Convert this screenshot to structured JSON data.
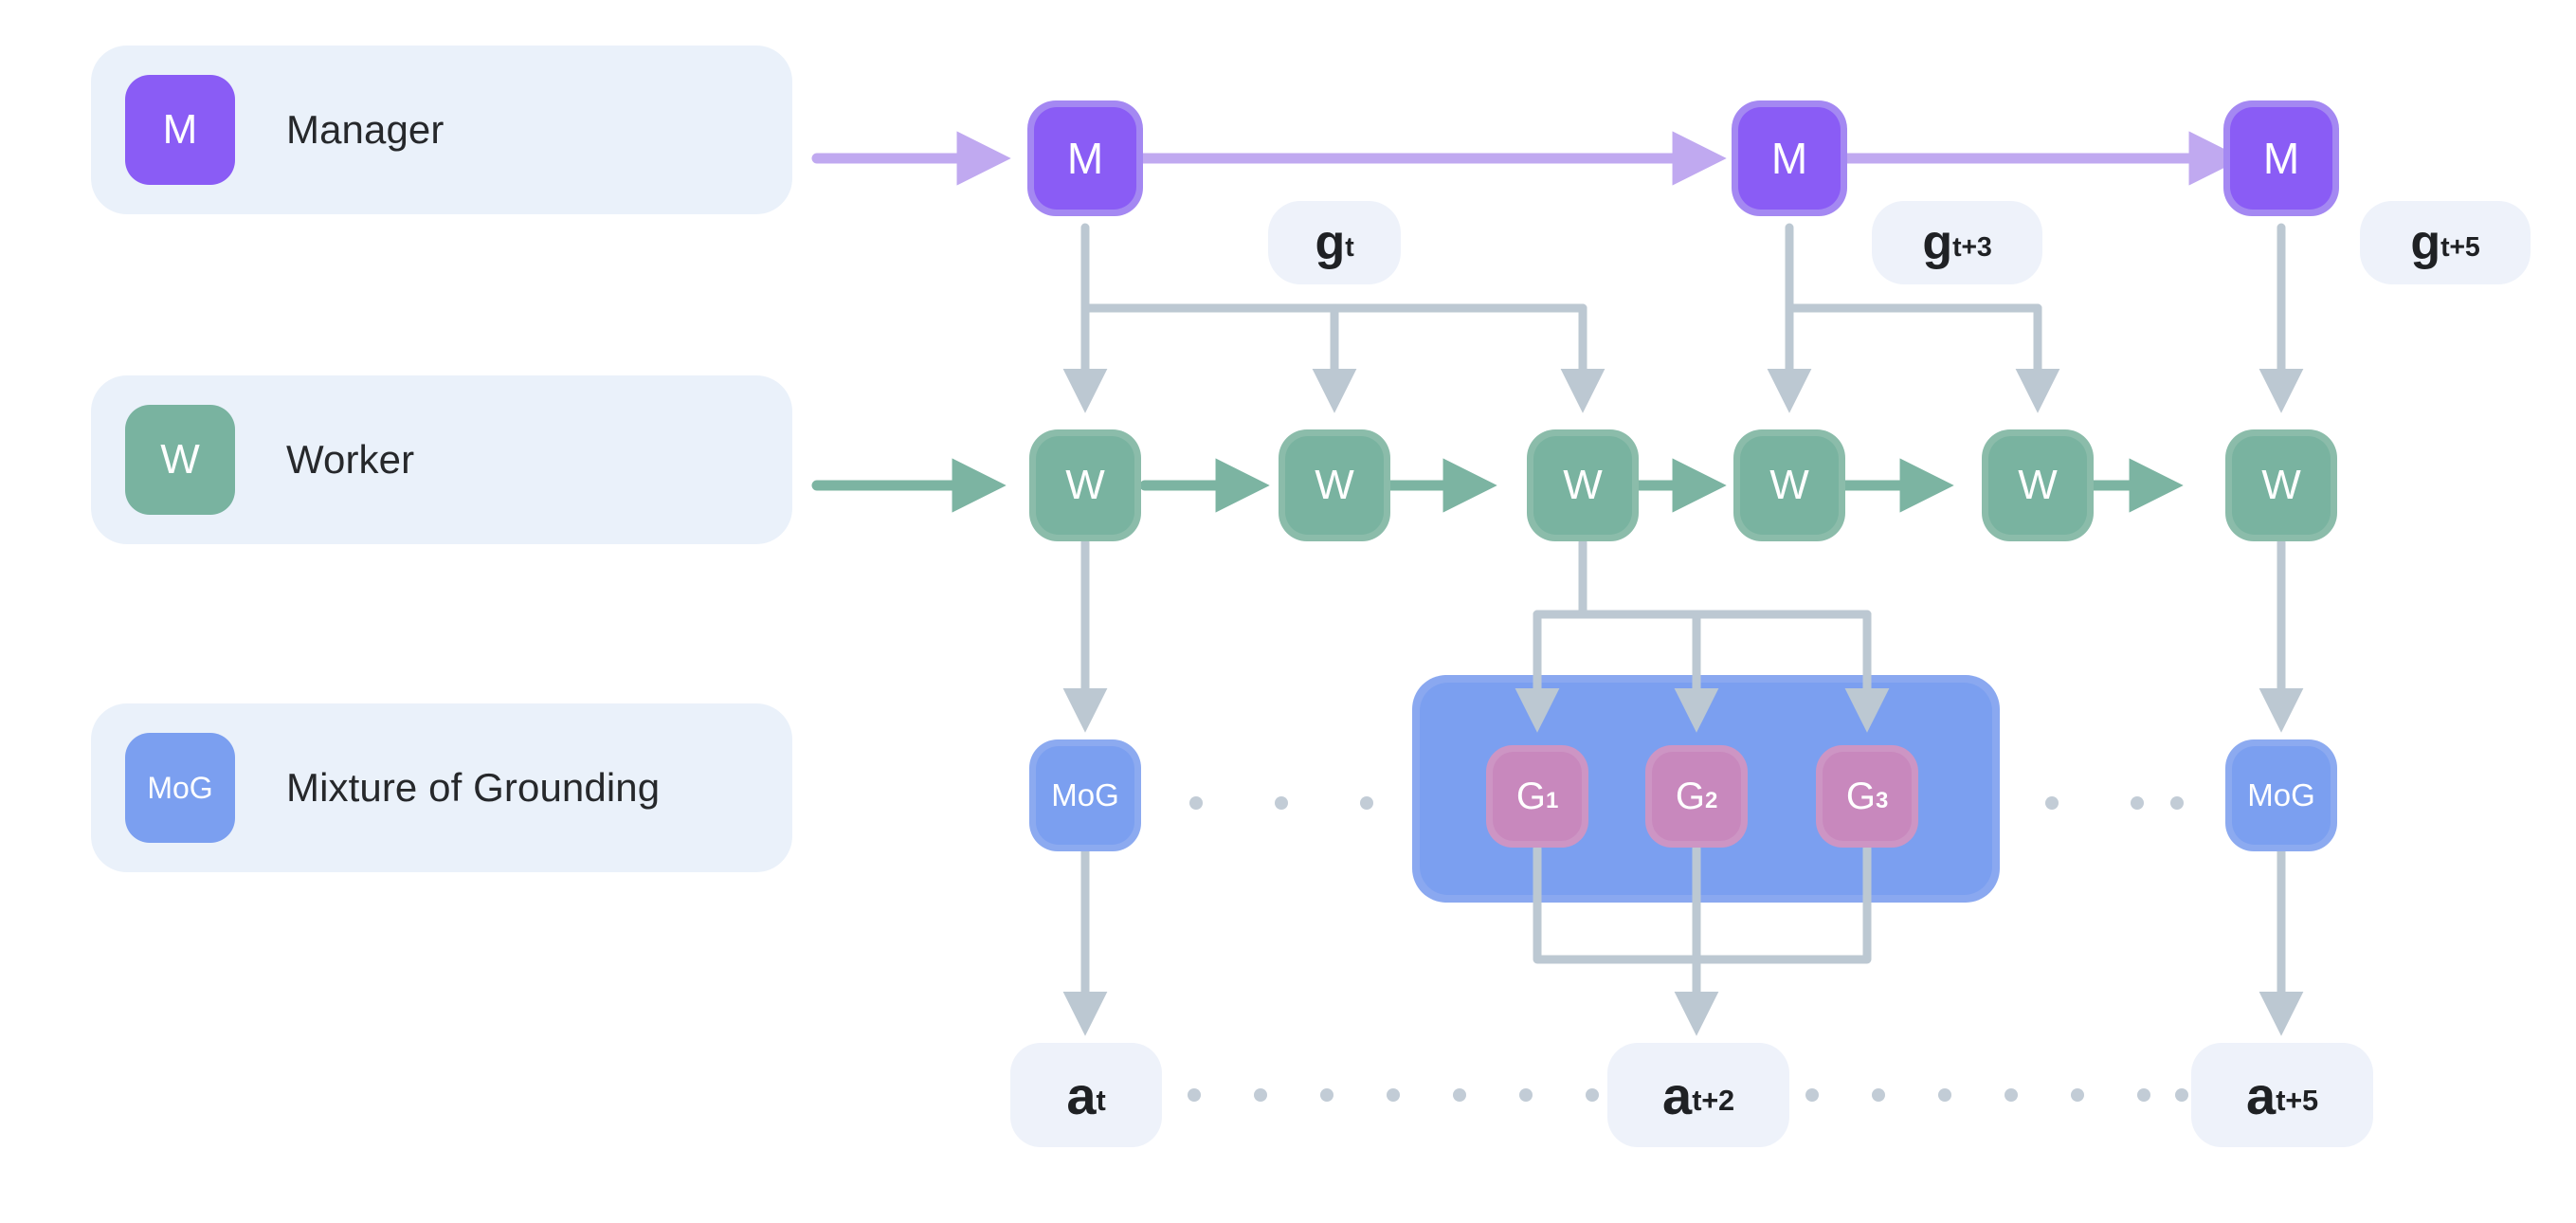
{
  "legend": {
    "items": [
      {
        "key": "manager",
        "abbr": "M",
        "label": "Manager",
        "color": "#8a5cf5"
      },
      {
        "key": "worker",
        "abbr": "W",
        "label": "Worker",
        "color": "#79b3a0"
      },
      {
        "key": "mog",
        "abbr": "MoG",
        "label": "Mixture of Grounding",
        "color": "#7b9ff0"
      }
    ]
  },
  "nodes": {
    "manager": [
      {
        "id": "m1",
        "label": "M"
      },
      {
        "id": "m2",
        "label": "M"
      },
      {
        "id": "m3",
        "label": "M"
      }
    ],
    "worker": [
      {
        "id": "w1",
        "label": "W"
      },
      {
        "id": "w2",
        "label": "W"
      },
      {
        "id": "w3",
        "label": "W"
      },
      {
        "id": "w4",
        "label": "W"
      },
      {
        "id": "w5",
        "label": "W"
      },
      {
        "id": "w6",
        "label": "W"
      }
    ],
    "mog": [
      {
        "id": "mog1",
        "label": "MoG"
      },
      {
        "id": "mog2",
        "label": "MoG"
      }
    ],
    "grounding": [
      {
        "id": "g1",
        "base": "G",
        "sub": "1"
      },
      {
        "id": "g2",
        "base": "G",
        "sub": "2"
      },
      {
        "id": "g3",
        "base": "G",
        "sub": "3"
      }
    ]
  },
  "goal_labels": [
    {
      "id": "gt",
      "base": "g",
      "sub": "t"
    },
    {
      "id": "gt3",
      "base": "g",
      "sub": "t+3"
    },
    {
      "id": "gt5",
      "base": "g",
      "sub": "t+5"
    }
  ],
  "action_labels": [
    {
      "id": "at",
      "base": "a",
      "sub": "t"
    },
    {
      "id": "at2",
      "base": "a",
      "sub": "t+2"
    },
    {
      "id": "at5",
      "base": "a",
      "sub": "t+5"
    }
  ],
  "colors": {
    "manager": "#8a5cf5",
    "manager_arrow": "#c0a9f0",
    "worker": "#79b3a0",
    "worker_arrow": "#7cb4a2",
    "mog": "#7b9ff0",
    "grounding": "#c888bd",
    "wire": "#bcc8d2",
    "pill_bg": "#eef2fa",
    "legend_bg": "#eaf1fa",
    "text": "#26282b"
  }
}
